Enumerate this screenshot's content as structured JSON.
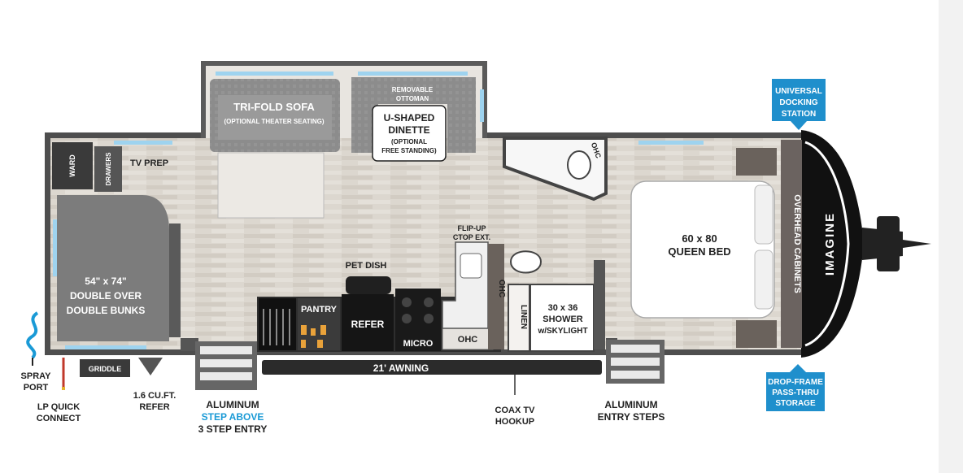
{
  "colors": {
    "wall": "#4a4a4a",
    "floor": "#d9d4cc",
    "window": "#9ed3ef",
    "accent": "#1a9ad6",
    "callout_bg": "#1f8fcc",
    "sofa": "#8f8f8f"
  },
  "labels": {
    "tri_fold_sofa": "TRI-FOLD SOFA",
    "optional_theater_seating": "(OPTIONAL THEATER SEATING)",
    "removable": "REMOVABLE",
    "ottoman": "OTTOMAN",
    "u_shaped": "U-SHAPED",
    "dinette": "DINETTE",
    "optional": "(OPTIONAL",
    "free_standing": "FREE STANDING)",
    "universal": "UNIVERSAL",
    "docking": "DOCKING",
    "station": "STATION",
    "ward": "WARD",
    "drawers": "DRAWERS",
    "tv_prep": "TV PREP",
    "ohc_bath": "OHC",
    "queen_size": "60 x 80",
    "queen_bed": "QUEEN BED",
    "overhead_cabinets": "OVERHEAD CABINETS",
    "imagine": "IMAGINE",
    "flip_up": "FLIP-UP",
    "ctop_ext": "CTOP EXT.",
    "ohc_kitchen": "OHC",
    "pet_dish": "PET DISH",
    "bunk_size": "54\" x 74\"",
    "double_over": "DOUBLE OVER",
    "double_bunks": "DOUBLE BUNKS",
    "pantry": "PANTRY",
    "refer": "REFER",
    "micro": "MICRO",
    "ohc_micro": "OHC",
    "linen": "LINEN",
    "shower_size": "30 x 36",
    "shower": "SHOWER",
    "skylight": "w/SKYLIGHT",
    "griddle": "GRIDDLE",
    "awning": "21' AWNING",
    "spray": "SPRAY",
    "port": "PORT",
    "lp_quick": "LP QUICK",
    "connect": "CONNECT",
    "refer_size": "1.6 CU.FT.",
    "refer_small": "REFER",
    "aluminum_1": "ALUMINUM",
    "step_above": "STEP ABOVE",
    "three_step": "3 STEP ENTRY",
    "coax_tv": "COAX TV",
    "hookup": "HOOKUP",
    "aluminum_2": "ALUMINUM",
    "entry_steps": "ENTRY STEPS",
    "drop_frame": "DROP-FRAME",
    "pass_thru": "PASS-THRU",
    "storage": "STORAGE"
  }
}
